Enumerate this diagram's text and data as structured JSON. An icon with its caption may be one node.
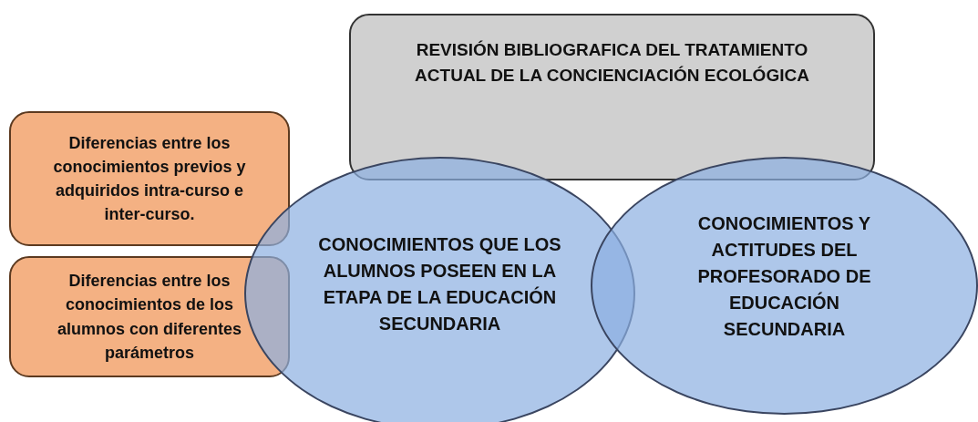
{
  "diagram": {
    "nodes": [
      {
        "text": [
          "REVISIÓN BIBLIOGRAFICA DEL TRATAMIENTO ACTUAL DE LA CONCIENCIACIÓN ECOLÓGICA"
        ]
      },
      {
        "text": [
          "Diferencias entre los conocimientos previos y adquiridos intra-curso e inter-curso."
        ]
      },
      {
        "text": [
          "Diferencias entre los conocimientos de los alumnos con diferentes parámetros"
        ]
      },
      {
        "text": [
          "CONOCIMIENTOS QUE LOS ALUMNOS POSEEN EN LA ETAPA DE LA EDUCACIÓN SECUNDARIA"
        ]
      },
      {
        "text": [
          "CONOCIMIENTOS Y ACTITUDES DEL PROFESORADO DE EDUCACIÓN SECUNDARIA"
        ]
      }
    ]
  }
}
